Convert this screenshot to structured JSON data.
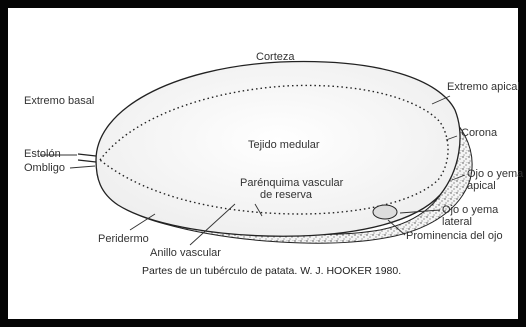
{
  "caption": "Partes de un tubérculo de patata. W. J. HOOKER 1980.",
  "labels": {
    "corteza": "Corteza",
    "extremo_basal": "Extremo basal",
    "extremo_apical": "Extremo apical",
    "estolon": "Estolón",
    "ombligo": "Ombligo",
    "tejido_medular": "Tejido medular",
    "corona": "Corona",
    "ojo_apical_1": "Ojo o yema",
    "ojo_apical_2": "apical",
    "parenquima_1": "Parénquima vascular",
    "parenquima_2": "de reserva",
    "peridermo": "Peridermo",
    "anillo_vascular": "Anillo vascular",
    "ojo_lateral_1": "Ojo o yema",
    "ojo_lateral_2": "lateral",
    "prominencia": "Prominencia del ojo"
  }
}
